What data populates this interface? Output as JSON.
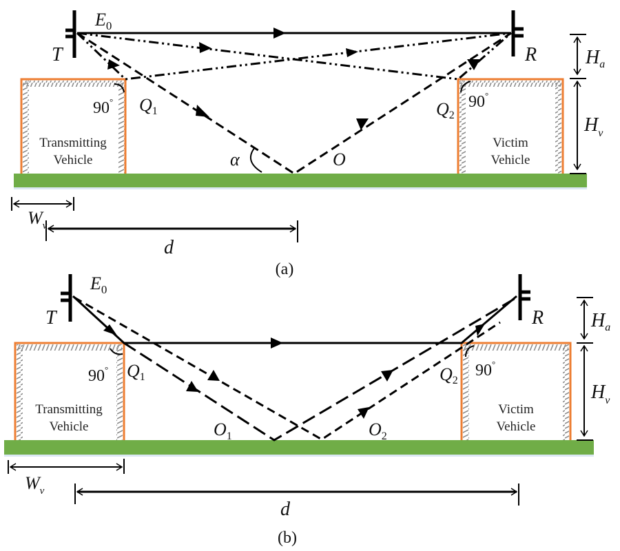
{
  "figure": {
    "panels": [
      {
        "id": "a",
        "caption": "(a)",
        "labels": {
          "transmitter": "T",
          "receiver": "R",
          "field": "E",
          "field_sub": "0",
          "q1": "Q",
          "q1_sub": "1",
          "q2": "Q",
          "q2_sub": "2",
          "angle1": "90",
          "angle2": "90",
          "degree": "°",
          "reflection_point": "O",
          "alpha": "α",
          "ha": "H",
          "ha_sub": "a",
          "hv": "H",
          "hv_sub": "v",
          "wv": "W",
          "wv_sub": "v",
          "d": "d"
        },
        "vehicles": {
          "left_line1": "Transmitting",
          "left_line2": "Vehicle",
          "right_line1": "Victim",
          "right_line2": "Vehicle"
        },
        "paths": [
          {
            "name": "direct-path",
            "style": "solid"
          },
          {
            "name": "diffraction-path-q1",
            "style": "dash-dot-dot"
          },
          {
            "name": "diffraction-path-q2",
            "style": "dash-dot-dot"
          },
          {
            "name": "ground-reflection-path",
            "style": "dashed"
          }
        ]
      },
      {
        "id": "b",
        "caption": "(b)",
        "labels": {
          "transmitter": "T",
          "receiver": "R",
          "field": "E",
          "field_sub": "0",
          "q1": "Q",
          "q1_sub": "1",
          "q2": "Q",
          "q2_sub": "2",
          "angle1": "90",
          "angle2": "90",
          "degree": "°",
          "o1": "O",
          "o1_sub": "1",
          "o2": "O",
          "o2_sub": "2",
          "ha": "H",
          "ha_sub": "a",
          "hv": "H",
          "hv_sub": "v",
          "wv": "W",
          "wv_sub": "v",
          "d": "d"
        },
        "vehicles": {
          "left_line1": "Transmitting",
          "left_line2": "Vehicle",
          "right_line1": "Victim",
          "right_line2": "Vehicle"
        },
        "paths": [
          {
            "name": "diffracted-rooftop-path",
            "style": "solid"
          },
          {
            "name": "reflection-path-o1",
            "style": "long-dash"
          },
          {
            "name": "reflection-path-o2",
            "style": "dashed"
          }
        ]
      }
    ],
    "colors": {
      "ground": "#70ad47",
      "vehicle_outline": "#ed7d31",
      "hatch": "#8c8c8c",
      "ink": "#000000"
    }
  }
}
